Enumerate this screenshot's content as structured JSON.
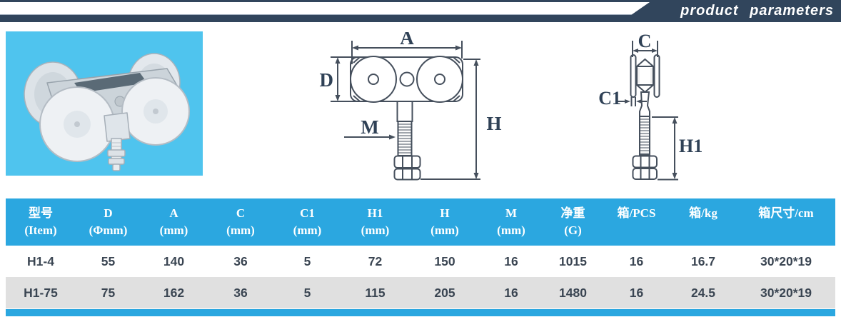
{
  "banner": {
    "title": "product parameters"
  },
  "colors": {
    "navy": "#31455C",
    "accent_blue": "#2BA7E0",
    "photo_background": "#4FC4EE",
    "alt_row_gray": "#E0E0E0",
    "data_text": "#3A4552",
    "diagram_line": "#454F5C"
  },
  "diagrams": {
    "front_view": {
      "labels": {
        "a": "A",
        "d": "D",
        "m": "M",
        "h": "H"
      }
    },
    "side_view": {
      "labels": {
        "c": "C",
        "c1": "C1",
        "h1": "H1"
      }
    }
  },
  "table": {
    "columns": [
      {
        "line1": "型号",
        "line2": "(Item)"
      },
      {
        "line1": "D",
        "line2": "(Φmm)"
      },
      {
        "line1": "A",
        "line2": "(mm)"
      },
      {
        "line1": "C",
        "line2": "(mm)"
      },
      {
        "line1": "C1",
        "line2": "(mm)"
      },
      {
        "line1": "H1",
        "line2": "(mm)"
      },
      {
        "line1": "H",
        "line2": "(mm)"
      },
      {
        "line1": "M",
        "line2": "(mm)"
      },
      {
        "line1": "净重",
        "line2": "(G)"
      },
      {
        "line1": "箱/PCS",
        "line2": ""
      },
      {
        "line1": "箱/kg",
        "line2": ""
      },
      {
        "line1": "箱尺寸/cm",
        "line2": ""
      }
    ],
    "rows": [
      [
        "H1-4",
        "55",
        "140",
        "36",
        "5",
        "72",
        "150",
        "16",
        "1015",
        "16",
        "16.7",
        "30*20*19"
      ],
      [
        "H1-75",
        "75",
        "162",
        "36",
        "5",
        "115",
        "205",
        "16",
        "1480",
        "16",
        "24.5",
        "30*20*19"
      ]
    ]
  }
}
